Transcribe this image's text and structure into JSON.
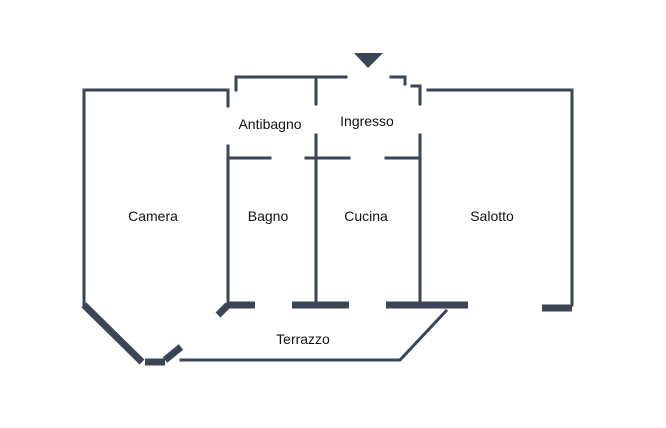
{
  "rooms": {
    "antibagno": "Antibagno",
    "ingresso": "Ingresso",
    "camera": "Camera",
    "bagno": "Bagno",
    "cucina": "Cucina",
    "salotto": "Salotto",
    "terrazzo": "Terrazzo"
  },
  "icons": {
    "entrance": "entrance-arrow-icon"
  },
  "colors": {
    "wall": "#3b4556",
    "background": "#ffffff",
    "text": "#111111"
  }
}
